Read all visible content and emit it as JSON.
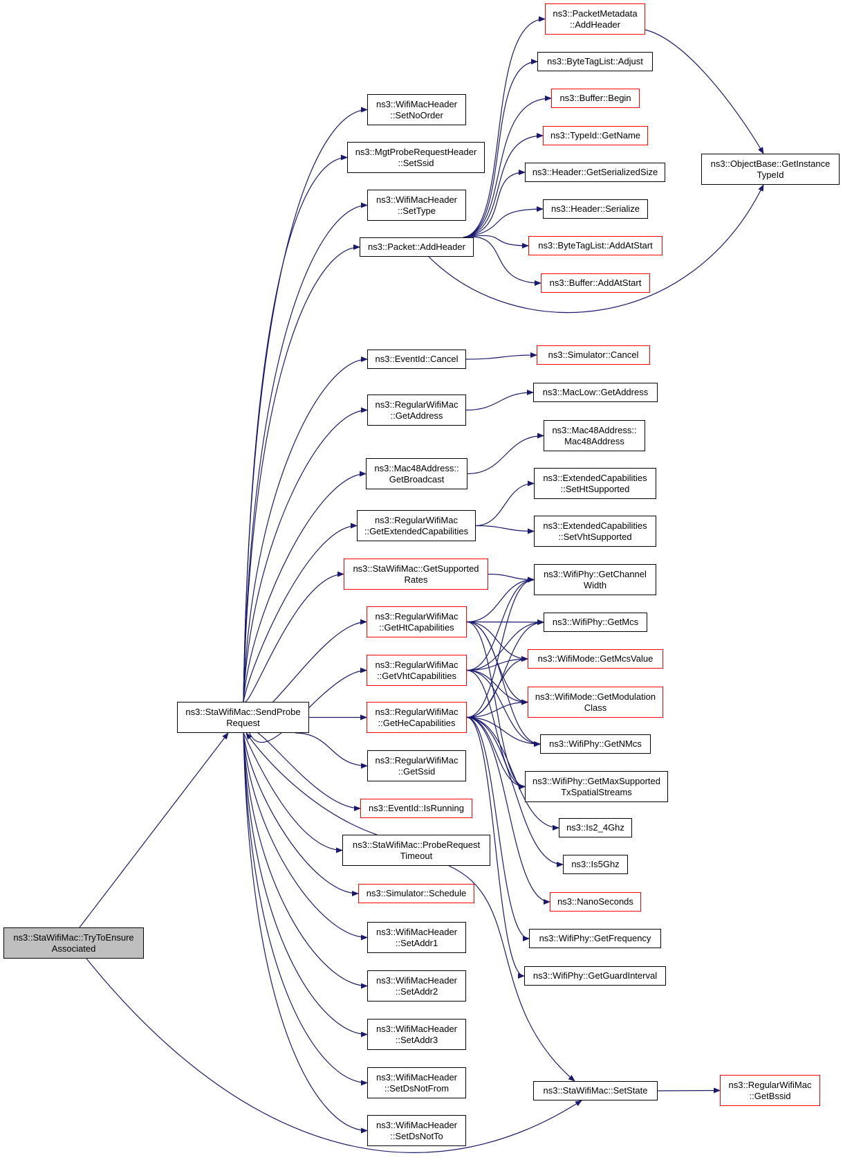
{
  "colors": {
    "edge": "#191970",
    "box_border": "#000000",
    "box_border_external": "#ff0000",
    "root_fill": "#bfbfbf",
    "background": "#ffffff"
  },
  "nodes": {
    "root": {
      "lines": [
        "ns3::StaWifiMac::TryToEnsure",
        "Associated"
      ]
    },
    "send_probe": {
      "lines": [
        "ns3::StaWifiMac::SendProbe",
        "Request"
      ]
    },
    "set_no_order": {
      "lines": [
        "ns3::WifiMacHeader",
        "::SetNoOrder"
      ]
    },
    "set_ssid": {
      "lines": [
        "ns3::MgtProbeRequestHeader",
        "::SetSsid"
      ]
    },
    "set_type": {
      "lines": [
        "ns3::WifiMacHeader",
        "::SetType"
      ]
    },
    "pkt_add_header": {
      "lines": [
        "ns3::Packet::AddHeader"
      ]
    },
    "pm_add_header": {
      "lines": [
        "ns3::PacketMetadata",
        "::AddHeader"
      ]
    },
    "btl_adjust": {
      "lines": [
        "ns3::ByteTagList::Adjust"
      ]
    },
    "buf_begin": {
      "lines": [
        "ns3::Buffer::Begin"
      ]
    },
    "typeid_name": {
      "lines": [
        "ns3::TypeId::GetName"
      ]
    },
    "hdr_size": {
      "lines": [
        "ns3::Header::GetSerializedSize"
      ]
    },
    "hdr_serialize": {
      "lines": [
        "ns3::Header::Serialize"
      ]
    },
    "btl_add_at_start": {
      "lines": [
        "ns3::ByteTagList::AddAtStart"
      ]
    },
    "buf_add_at_start": {
      "lines": [
        "ns3::Buffer::AddAtStart"
      ]
    },
    "obj_instance_typeid": {
      "lines": [
        "ns3::ObjectBase::GetInstance",
        "TypeId"
      ]
    },
    "event_cancel": {
      "lines": [
        "ns3::EventId::Cancel"
      ]
    },
    "sim_cancel": {
      "lines": [
        "ns3::Simulator::Cancel"
      ]
    },
    "rwm_get_address": {
      "lines": [
        "ns3::RegularWifiMac",
        "::GetAddress"
      ]
    },
    "maclow_get_address": {
      "lines": [
        "ns3::MacLow::GetAddress"
      ]
    },
    "mac48_get_broadcast": {
      "lines": [
        "ns3::Mac48Address::",
        "GetBroadcast"
      ]
    },
    "mac48_ctor": {
      "lines": [
        "ns3::Mac48Address::",
        "Mac48Address"
      ]
    },
    "rwm_get_ext_caps": {
      "lines": [
        "ns3::RegularWifiMac",
        "::GetExtendedCapabilities"
      ]
    },
    "ext_set_ht": {
      "lines": [
        "ns3::ExtendedCapabilities",
        "::SetHtSupported"
      ]
    },
    "ext_set_vht": {
      "lines": [
        "ns3::ExtendedCapabilities",
        "::SetVhtSupported"
      ]
    },
    "sta_get_rates": {
      "lines": [
        "ns3::StaWifiMac::GetSupported",
        "Rates"
      ]
    },
    "rwm_ht_caps": {
      "lines": [
        "ns3::RegularWifiMac",
        "::GetHtCapabilities"
      ]
    },
    "rwm_vht_caps": {
      "lines": [
        "ns3::RegularWifiMac",
        "::GetVhtCapabilities"
      ]
    },
    "rwm_he_caps": {
      "lines": [
        "ns3::RegularWifiMac",
        "::GetHeCapabilities"
      ]
    },
    "phy_channel_width": {
      "lines": [
        "ns3::WifiPhy::GetChannel",
        "Width"
      ]
    },
    "phy_get_mcs": {
      "lines": [
        "ns3::WifiPhy::GetMcs"
      ]
    },
    "mode_mcs_value": {
      "lines": [
        "ns3::WifiMode::GetMcsValue"
      ]
    },
    "mode_mod_class": {
      "lines": [
        "ns3::WifiMode::GetModulation",
        "Class"
      ]
    },
    "phy_get_nmcs": {
      "lines": [
        "ns3::WifiPhy::GetNMcs"
      ]
    },
    "phy_max_streams": {
      "lines": [
        "ns3::WifiPhy::GetMaxSupported",
        "TxSpatialStreams"
      ]
    },
    "is2_4ghz": {
      "lines": [
        "ns3::Is2_4Ghz"
      ]
    },
    "is5ghz": {
      "lines": [
        "ns3::Is5Ghz"
      ]
    },
    "nanoseconds": {
      "lines": [
        "ns3::NanoSeconds"
      ]
    },
    "phy_frequency": {
      "lines": [
        "ns3::WifiPhy::GetFrequency"
      ]
    },
    "phy_guard": {
      "lines": [
        "ns3::WifiPhy::GetGuardInterval"
      ]
    },
    "rwm_get_ssid": {
      "lines": [
        "ns3::RegularWifiMac",
        "::GetSsid"
      ]
    },
    "event_is_running": {
      "lines": [
        "ns3::EventId::IsRunning"
      ]
    },
    "probe_timeout": {
      "lines": [
        "ns3::StaWifiMac::ProbeRequest",
        "Timeout"
      ]
    },
    "sim_schedule": {
      "lines": [
        "ns3::Simulator::Schedule"
      ]
    },
    "set_addr1": {
      "lines": [
        "ns3::WifiMacHeader",
        "::SetAddr1"
      ]
    },
    "set_addr2": {
      "lines": [
        "ns3::WifiMacHeader",
        "::SetAddr2"
      ]
    },
    "set_addr3": {
      "lines": [
        "ns3::WifiMacHeader",
        "::SetAddr3"
      ]
    },
    "set_ds_not_from": {
      "lines": [
        "ns3::WifiMacHeader",
        "::SetDsNotFrom"
      ]
    },
    "set_ds_not_to": {
      "lines": [
        "ns3::WifiMacHeader",
        "::SetDsNotTo"
      ]
    },
    "set_state": {
      "lines": [
        "ns3::StaWifiMac::SetState"
      ]
    },
    "rwm_get_bssid": {
      "lines": [
        "ns3::RegularWifiMac",
        "::GetBssid"
      ]
    }
  }
}
